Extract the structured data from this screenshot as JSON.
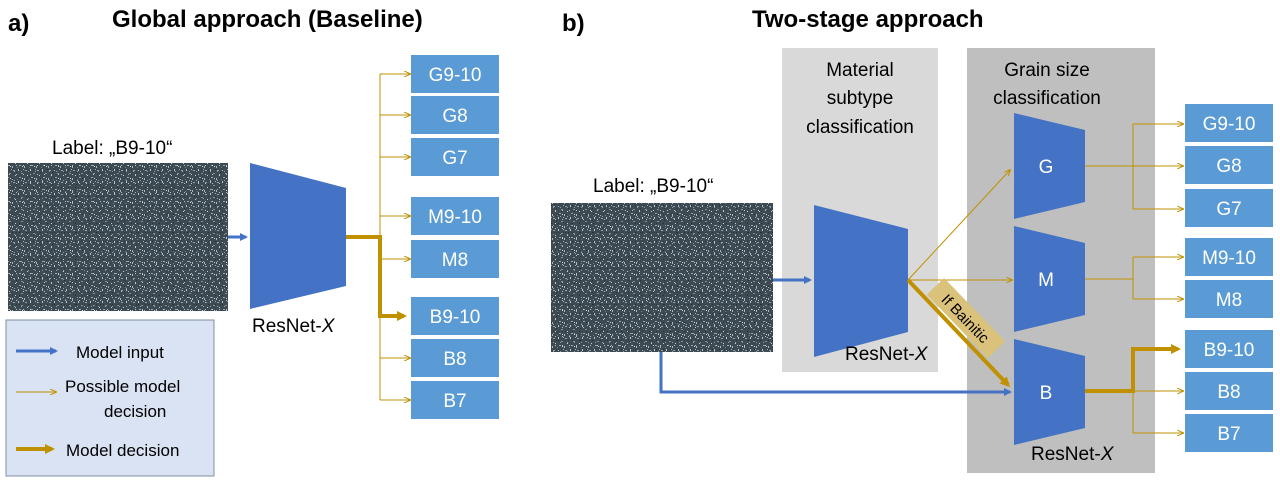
{
  "panel_a": {
    "letter": "a)",
    "title": "Global approach (Baseline)",
    "input_label": "Label: „B9-10“",
    "model_label_prefix": "ResNet-",
    "model_label_var": "X",
    "classes": [
      "G9-10",
      "G8",
      "G7",
      "M9-10",
      "M8",
      "B9-10",
      "B8",
      "B7"
    ]
  },
  "panel_b": {
    "letter": "b)",
    "title": "Two-stage approach",
    "input_label": "Label: „B9-10“",
    "stage1_title": [
      "Material",
      "subtype",
      "classification"
    ],
    "stage2_title": [
      "Grain size",
      "classification"
    ],
    "stage1_model_prefix": "ResNet-",
    "stage1_model_var": "X",
    "stage2_model_prefix": "ResNet-",
    "stage2_model_var": "X",
    "subtype_models": [
      "G",
      "M",
      "B"
    ],
    "condition_label": "If Bainitic",
    "classes_G": [
      "G9-10",
      "G8",
      "G7"
    ],
    "classes_M": [
      "M9-10",
      "M8"
    ],
    "classes_B": [
      "B9-10",
      "B8",
      "B7"
    ]
  },
  "legend": {
    "model_input": "Model input",
    "possible_decision_1": "Possible model",
    "possible_decision_2": "decision",
    "model_decision": "Model decision"
  },
  "colors": {
    "class_box": "#5b9bd5",
    "model_trapezoid": "#4472c4",
    "input_arrow": "#4472c4",
    "decision_arrow": "#bf9000",
    "stage1_bg": "#d9d9d9",
    "stage2_bg": "#bfbfbf",
    "legend_bg": "#dae3f3",
    "condition_tag": "#dbc27a"
  }
}
